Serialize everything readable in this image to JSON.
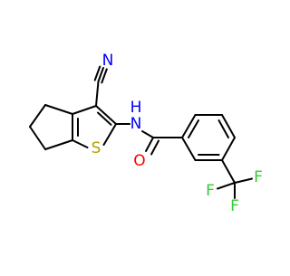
{
  "molecule": {
    "atoms": {
      "cyano_n": "N",
      "amide_n": "N",
      "amide_h": "H",
      "thiophene_s": "S",
      "carbonyl_o": "O",
      "fluorine_1": "F",
      "fluorine_2": "F",
      "fluorine_3": "F"
    },
    "colors": {
      "bond": "#000000",
      "nitrogen": "#0000ff",
      "oxygen": "#ff0000",
      "sulfur": "#b3a100",
      "fluorine": "#33cc33"
    }
  }
}
